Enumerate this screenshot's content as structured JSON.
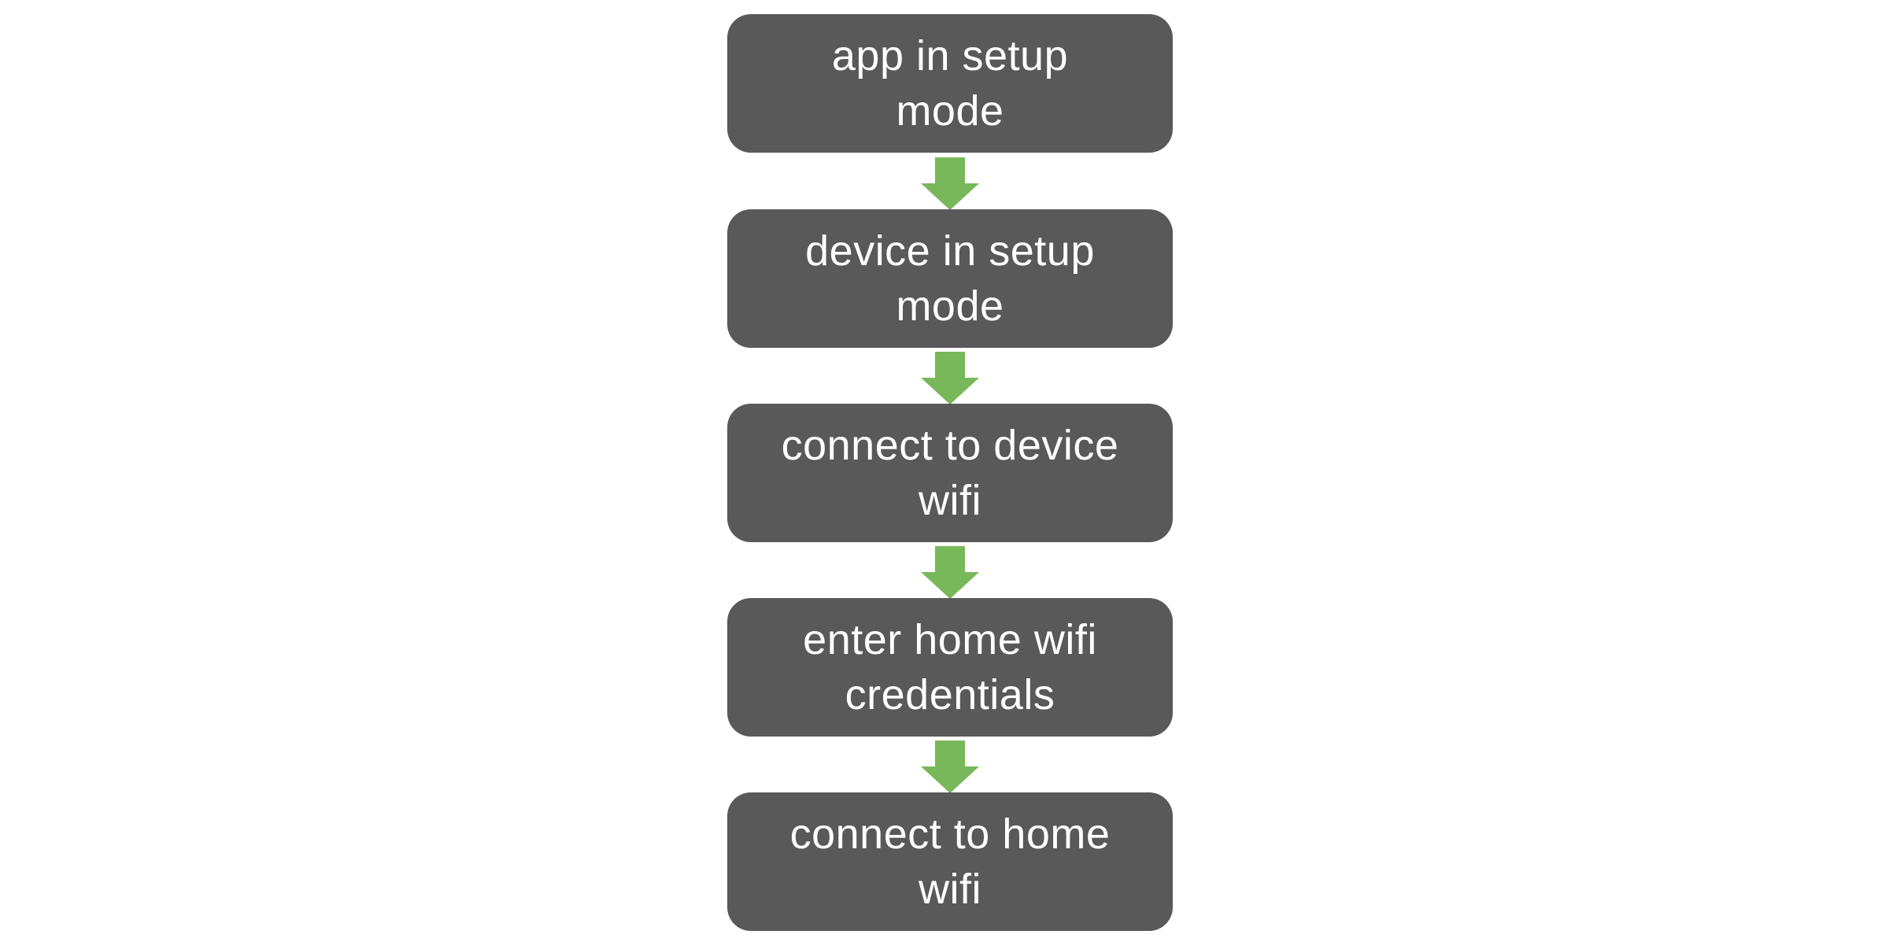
{
  "colors": {
    "box_fill": "#595959",
    "box_text": "#ffffff",
    "arrow_fill": "#79b85a",
    "background": "#ffffff"
  },
  "steps": [
    {
      "label": "app in setup mode"
    },
    {
      "label": "device in setup mode"
    },
    {
      "label": "connect to device wifi"
    },
    {
      "label": "enter home wifi credentials"
    },
    {
      "label": "connect to home wifi"
    }
  ],
  "connectors": [
    {
      "icon": "arrow-down-icon",
      "from": 0,
      "to": 1
    },
    {
      "icon": "arrow-down-icon",
      "from": 1,
      "to": 2
    },
    {
      "icon": "arrow-down-icon",
      "from": 2,
      "to": 3
    },
    {
      "icon": "arrow-down-icon",
      "from": 3,
      "to": 4
    }
  ]
}
